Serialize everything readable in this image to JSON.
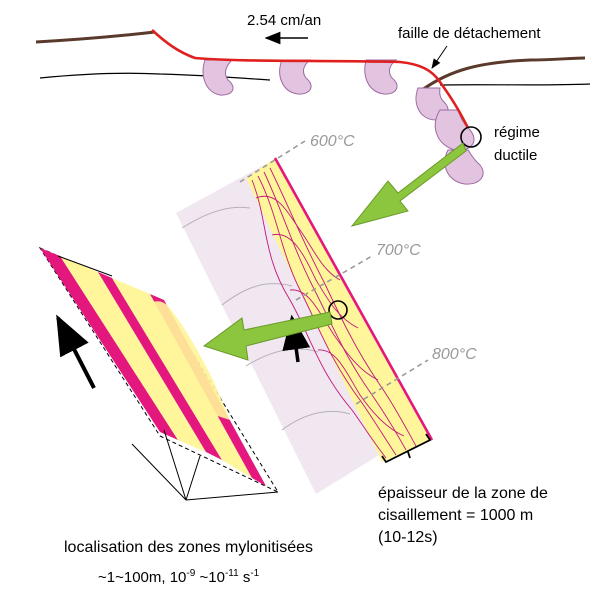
{
  "labels": {
    "velocity": "2.54 cm/an",
    "detachment_fault": "faille de détachement",
    "ductile_regime_line1": "régime",
    "ductile_regime_line2": "ductile",
    "thickness_line1": "épaisseur de la zone de",
    "thickness_line2": "cisaillement   =  1000 m",
    "thickness_line3": "(10-12s)",
    "localisation": "localisation des zones mylonitisées",
    "scale_prefix": "~1~100m, 10",
    "scale_exp1": "-9",
    "scale_mid": " ~10",
    "scale_exp2": "-11",
    "scale_unit": " s",
    "scale_exp3": "-1"
  },
  "isotherms": [
    "600°C",
    "700°C",
    "800°C"
  ],
  "colors": {
    "fault": "#e0201f",
    "surface": "#5a3a2a",
    "diapir": "#e3c4e0",
    "diapir_stroke": "#9c6aa0",
    "arrow": "#8cc63f",
    "mylonite_yellow": "#fff59a",
    "mylonite_magenta": "#e3177d",
    "block_lilac": "#f1e7f1",
    "isotherm": "#9a9a9a"
  }
}
